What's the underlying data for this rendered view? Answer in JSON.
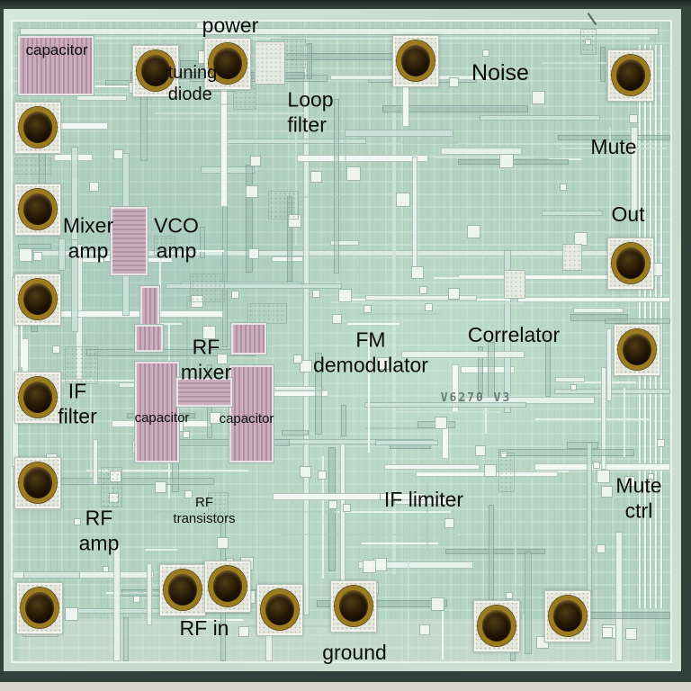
{
  "figure": {
    "description": "Annotated integrated-circuit die photograph",
    "die_marking": "V6270 V3"
  },
  "colors": {
    "die_green": "#b3d2c1",
    "street": "#cfe0d5",
    "frame_dark": "#31403a",
    "capacitor_pink": "#c4a5b3",
    "pad_gold": "#9c7a1e",
    "label_text": "#0c0c0c"
  },
  "annotations": {
    "capacitor_top": "capacitor",
    "power": "power",
    "tuning_diode": "tuning\ndiode",
    "loop_filter": "Loop\nfilter",
    "noise": "Noise",
    "mute": "Mute",
    "out": "Out",
    "mixer_amp": "Mixer\namp",
    "vco_amp": "VCO\namp",
    "rf_mixer": "RF\nmixer",
    "fm_demodulator": "FM\ndemodulator",
    "correlator": "Correlator",
    "if_filter": "IF\nfilter",
    "capacitor_left": "capacitor",
    "capacitor_right": "capacitor",
    "if_limiter": "IF limiter",
    "mute_ctrl": "Mute\nctrl",
    "rf_amp": "RF\namp",
    "rf_transistors": "RF\ntransistors",
    "rf_in": "RF in",
    "ground": "ground"
  }
}
